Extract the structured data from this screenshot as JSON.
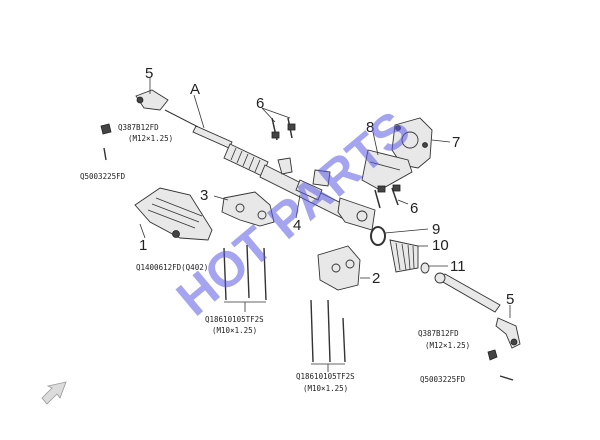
{
  "watermark": "HOT PARTS",
  "callouts": {
    "n1": "1",
    "n2": "2",
    "n3": "3",
    "n4": "4",
    "n5a": "5",
    "n5b": "5",
    "n6a": "6",
    "n6b": "6",
    "n7": "7",
    "n8": "8",
    "n9": "9",
    "n10": "10",
    "n11": "11",
    "nA": "A"
  },
  "codes": {
    "q387_top": "Q387B12FD",
    "m12_top": "(M12×1.25)",
    "q500_top": "Q5003225FD",
    "q1400": "Q1400612FD(Q402)",
    "q186_mid": "Q18610105TF2S",
    "m10_mid": "(M10×1.25)",
    "q186_bot": "Q18610105TF2S",
    "m10_bot": "(M10×1.25)",
    "q387_bot": "Q387B12FD",
    "m12_bot": "(M12×1.25)",
    "q500_bot": "Q5003225FD"
  },
  "colors": {
    "watermark": "#5a5ae6",
    "ink": "#222222"
  }
}
